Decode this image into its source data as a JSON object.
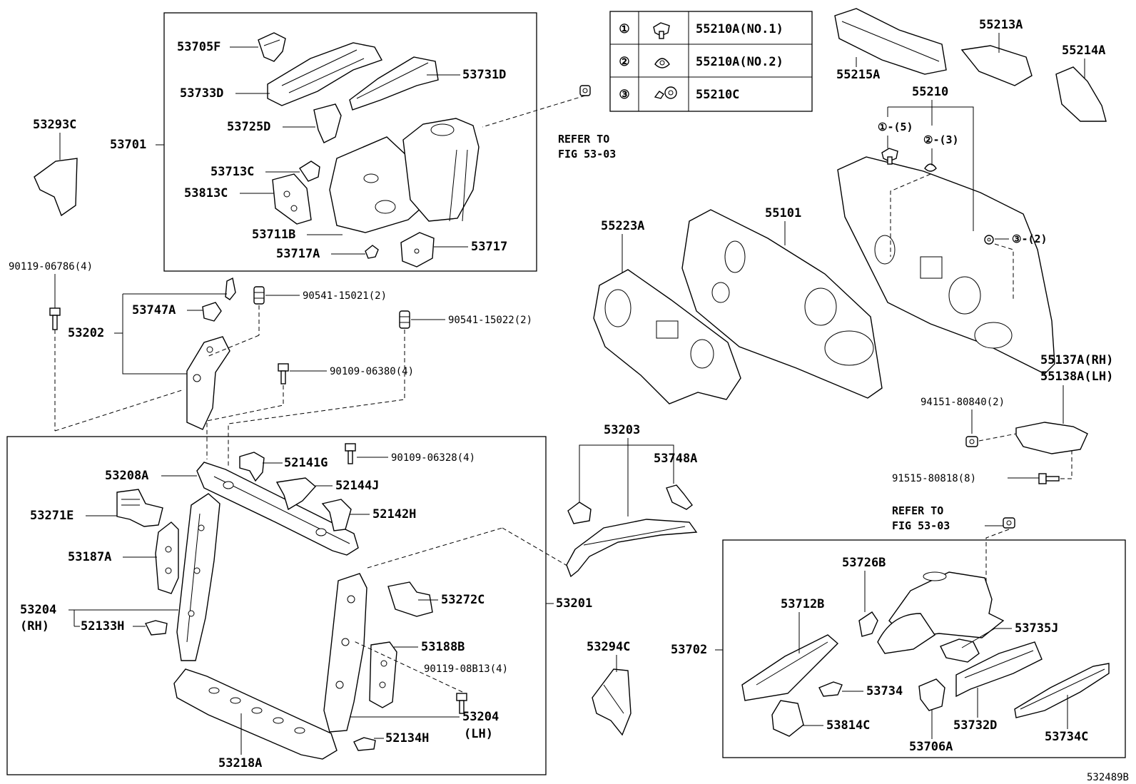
{
  "diagram_id": "532489B",
  "legend": {
    "rows": [
      {
        "symbol": "①",
        "part": "55210A(NO.1)"
      },
      {
        "symbol": "②",
        "part": "55210A(NO.2)"
      },
      {
        "symbol": "③",
        "part": "55210C"
      }
    ]
  },
  "refer": {
    "line1": "REFER TO",
    "line2": "FIG 53-03"
  },
  "labels": {
    "p53705F": "53705F",
    "p53733D": "53733D",
    "p53731D": "53731D",
    "p53725D": "53725D",
    "p53701": "53701",
    "p53713C": "53713C",
    "p53813C": "53813C",
    "p53711B": "53711B",
    "p53717A": "53717A",
    "p53717": "53717",
    "p53293C": "53293C",
    "p90119_06786": "90119-06786(4)",
    "p53747A": "53747A",
    "p53202": "53202",
    "p90541_15021": "90541-15021(2)",
    "p90541_15022": "90541-15022(2)",
    "p90109_06380": "90109-06380(4)",
    "p53208A": "53208A",
    "p52141G": "52141G",
    "p90109_06328": "90109-06328(4)",
    "p52144J": "52144J",
    "p53271E": "53271E",
    "p52142H": "52142H",
    "p53187A": "53187A",
    "p53204": "53204",
    "p_rh": "(RH)",
    "p52133H": "52133H",
    "p53272C": "53272C",
    "p53201": "53201",
    "p53188B": "53188B",
    "p90119_08B13": "90119-08B13(4)",
    "p53204_lh": "53204",
    "p_lh": "(LH)",
    "p52134H": "52134H",
    "p53218A": "53218A",
    "p55215A": "55215A",
    "p55213A": "55213A",
    "p55214A": "55214A",
    "p55210": "55210",
    "c1_qty": "①-(5)",
    "c2_qty": "②-(3)",
    "c3_qty": "③-(2)",
    "p55223A": "55223A",
    "p55101": "55101",
    "p55137A": "55137A(RH)",
    "p55138A": "55138A(LH)",
    "p94151": "94151-80840(2)",
    "p91515": "91515-80818(8)",
    "p53203": "53203",
    "p53748A": "53748A",
    "p53294C": "53294C",
    "p53702": "53702",
    "p53726B": "53726B",
    "p53712B": "53712B",
    "p53735J": "53735J",
    "p53734": "53734",
    "p53814C": "53814C",
    "p53706A": "53706A",
    "p53732D": "53732D",
    "p53734C": "53734C"
  }
}
